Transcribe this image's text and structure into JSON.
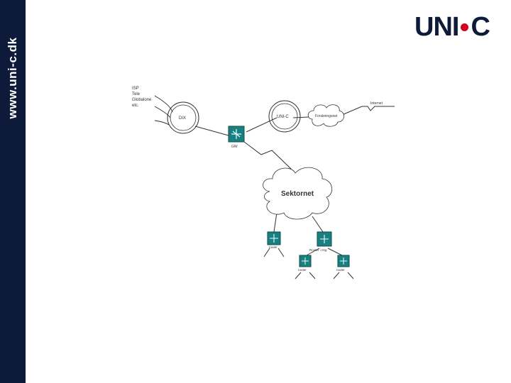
{
  "sidebar": {
    "url": "www.uni-c.dk"
  },
  "logo": {
    "left": "UNI",
    "right": "C",
    "colors": {
      "navy": "#0d1a3a",
      "red": "#d2001e"
    }
  },
  "diagram": {
    "isp_labels": [
      "ISP",
      "Tele",
      "Globalone",
      "etc."
    ],
    "dix_label": "DIX",
    "unic_label": "UNI-C",
    "forskningsnet_label": "Forskningsnet",
    "internet_label": "Internet",
    "sektornet_label": "Sektornet",
    "router_labels": {
      "main": "GW",
      "left": "router",
      "right": "Router i ring",
      "bottom_left": "router",
      "bottom_right": "router"
    },
    "icon_colors": {
      "router": "#1a7f7f",
      "line": "#333333"
    }
  }
}
